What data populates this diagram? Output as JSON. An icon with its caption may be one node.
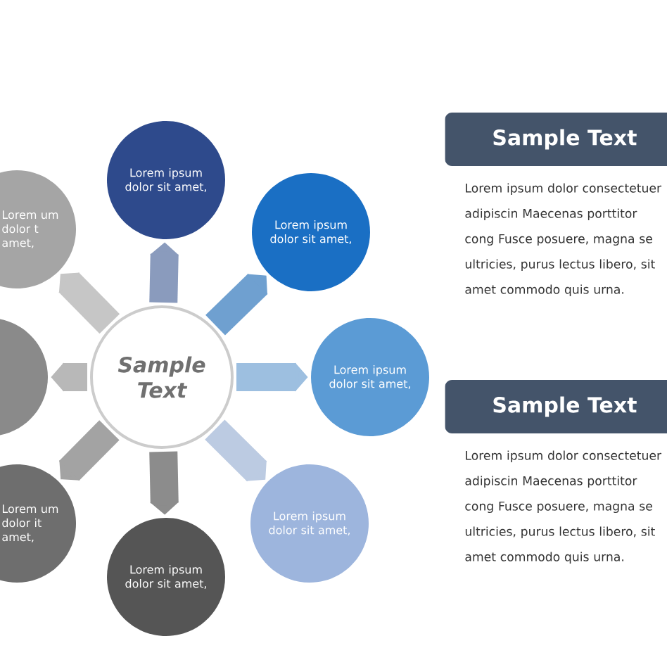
{
  "diagram": {
    "nodes": [
      {
        "text": [
          "Sample Text"
        ]
      },
      {
        "text": [
          "Lorem ipsum dolor sit amet,"
        ]
      },
      {
        "text": [
          "Lorem ipsum dolor sit amet,"
        ]
      },
      {
        "text": [
          "Lorem ipsum dolor sit amet,"
        ]
      },
      {
        "text": [
          "Lorem ipsum dolor sit amet,"
        ]
      },
      {
        "text": [
          "Lorem ipsum dolor sit amet,"
        ]
      },
      {
        "text": [
          "Lorem um dolor it amet,"
        ]
      },
      {
        "text": [],
        "shape": "circle"
      },
      {
        "text": [
          "Lorem um dolor t amet,"
        ]
      },
      {
        "text": [
          "Sample Text"
        ]
      },
      {
        "text": [
          "Sample Text"
        ]
      }
    ],
    "edges": [
      {
        "from": 0,
        "to": 1,
        "arrow": "to",
        "color": "#8a9bbd"
      },
      {
        "from": 0,
        "to": 2,
        "arrow": "to",
        "color": "#6fa0d0"
      },
      {
        "from": 0,
        "to": 3,
        "arrow": "to",
        "color": "#9dbfe0"
      },
      {
        "from": 0,
        "to": 4,
        "arrow": "to",
        "color": "#bccbe2"
      },
      {
        "from": 0,
        "to": 5,
        "arrow": "to",
        "color": "#8c8c8c"
      },
      {
        "from": 0,
        "to": 6,
        "arrow": "to",
        "color": "#a3a3a3"
      },
      {
        "from": 0,
        "to": 7,
        "arrow": "to",
        "color": "#b8b8b8"
      },
      {
        "from": 0,
        "to": 8,
        "arrow": "to",
        "color": "#c6c6c6"
      }
    ],
    "labels": [
      "Lorem ipsum dolor consectetuer adipiscin Maecenas porttitor cong Fusce posuere, magna se ultricies, purus lectus libero, sit amet commodo quis urna.",
      "Lorem ipsum dolor consectetuer adipiscin Maecenas porttitor cong Fusce posuere, magna se ultricies, purus lectus libero, sit amet commodo quis urna."
    ]
  }
}
